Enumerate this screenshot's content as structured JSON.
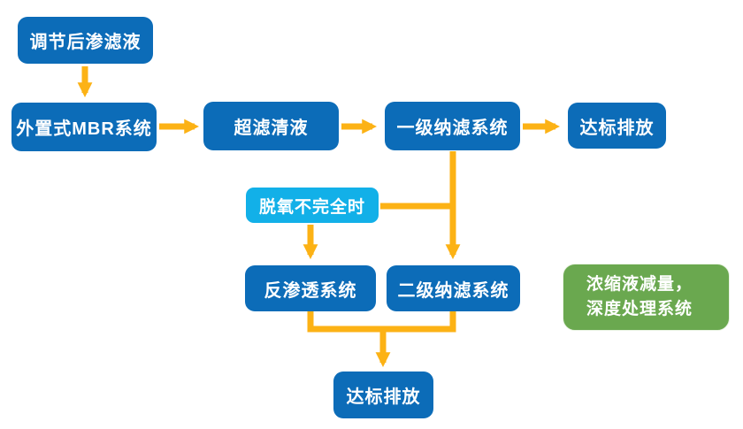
{
  "diagram": {
    "type": "flowchart",
    "subject": "leachate-treatment-process",
    "colors": {
      "primary_blue": "#0c6cb8",
      "light_blue": "#12b0e8",
      "green": "#6aa84f",
      "arrow_orange": "#fcb215",
      "text_white": "#ffffff"
    },
    "nodes": {
      "adjusted_leachate": {
        "label": "调节后渗滤液"
      },
      "mbr": {
        "label": "外置式MBR系统"
      },
      "uf": {
        "label": "超滤清液"
      },
      "nf1": {
        "label": "一级纳滤系统"
      },
      "discharge_top": {
        "label": "达标排放"
      },
      "deoxy": {
        "label": "脱氧不完全时"
      },
      "ro": {
        "label": "反渗透系统"
      },
      "nf2": {
        "label": "二级纳滤系统"
      },
      "discharge_bottom": {
        "label": "达标排放"
      },
      "concentrate": {
        "label_line1": "浓缩液减量，",
        "label_line2": "深度处理系统"
      }
    },
    "edges": [
      {
        "from": "调节后渗滤液",
        "to": "外置式MBR系统",
        "style": "arrow-down"
      },
      {
        "from": "外置式MBR系统",
        "to": "超滤清液",
        "style": "arrow-right"
      },
      {
        "from": "超滤清液",
        "to": "一级纳滤系统",
        "style": "arrow-right"
      },
      {
        "from": "一级纳滤系统",
        "to": "达标排放",
        "style": "arrow-right"
      },
      {
        "from": "一级纳滤系统",
        "to": "二级纳滤系统",
        "style": "arrow-down"
      },
      {
        "from": "脱氧不完全时",
        "to": "一级纳滤系统→二级纳滤系统",
        "style": "line-join"
      },
      {
        "from": "脱氧不完全时",
        "to": "反渗透系统",
        "style": "arrow-down"
      },
      {
        "from": "反渗透系统",
        "to": "达标排放",
        "style": "elbow-merge-arrow-down"
      },
      {
        "from": "二级纳滤系统",
        "to": "达标排放",
        "style": "elbow-merge-arrow-down"
      }
    ]
  }
}
